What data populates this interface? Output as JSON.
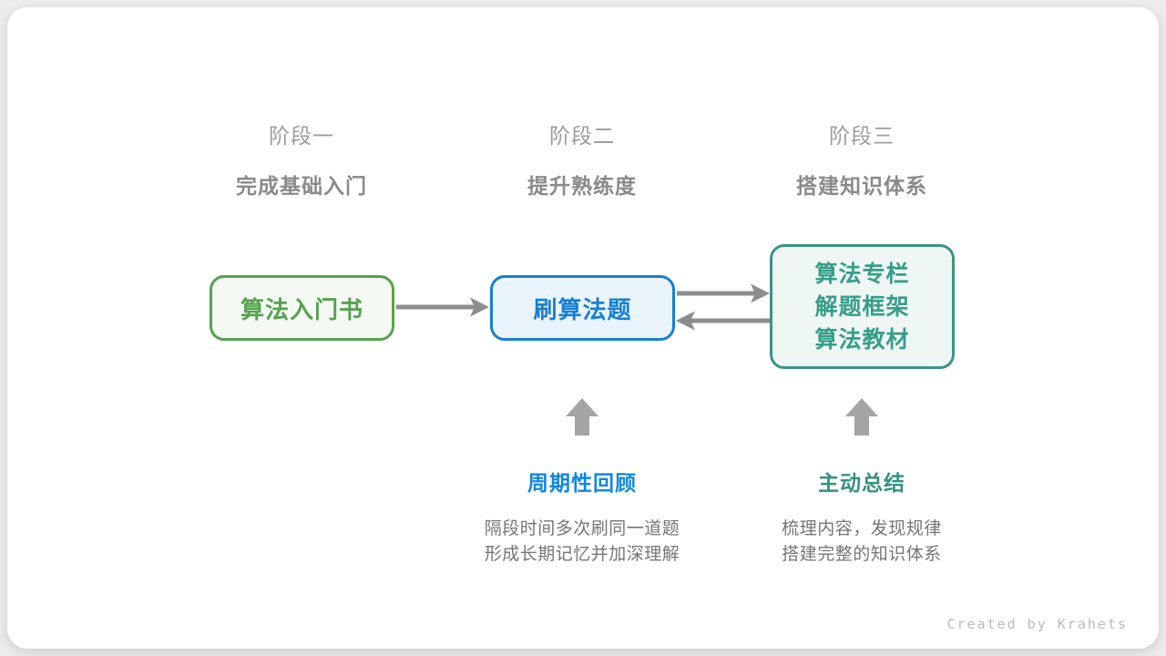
{
  "colors": {
    "canvas-bg": "#ececec",
    "card-bg": "#ffffff",
    "stage-label": "#9c9c9c",
    "stage-subtitle": "#8a8a8a",
    "green": "#56a24f",
    "green-bg": "#f4faf3",
    "blue": "#177fd4",
    "blue-bg": "#eaf4fc",
    "teal": "#3a9488",
    "teal-text": "#359e8a",
    "teal-bg": "#eff7f4",
    "arrow": "#8d8d8d",
    "block-arrow": "#a4a4a4",
    "blue-label": "#1286dc",
    "teal-label": "#35917f",
    "desc-text": "#757575",
    "credit": "#bcbcbc"
  },
  "stages": [
    {
      "label": "阶段一",
      "subtitle": "完成基础入门"
    },
    {
      "label": "阶段二",
      "subtitle": "提升熟练度"
    },
    {
      "label": "阶段三",
      "subtitle": "搭建知识体系"
    }
  ],
  "nodes": {
    "intro_book": {
      "label": "算法入门书"
    },
    "practice": {
      "label": "刷算法题"
    },
    "resources": {
      "lines": [
        "算法专栏",
        "解题框架",
        "算法教材"
      ]
    }
  },
  "annotations": {
    "review": {
      "title": "周期性回顾",
      "desc_lines": [
        "隔段时间多次刷同一道题",
        "形成长期记忆并加深理解"
      ]
    },
    "summarize": {
      "title": "主动总结",
      "desc_lines": [
        "梳理内容，发现规律",
        "搭建完整的知识体系"
      ]
    }
  },
  "credit": "Created by Krahets"
}
